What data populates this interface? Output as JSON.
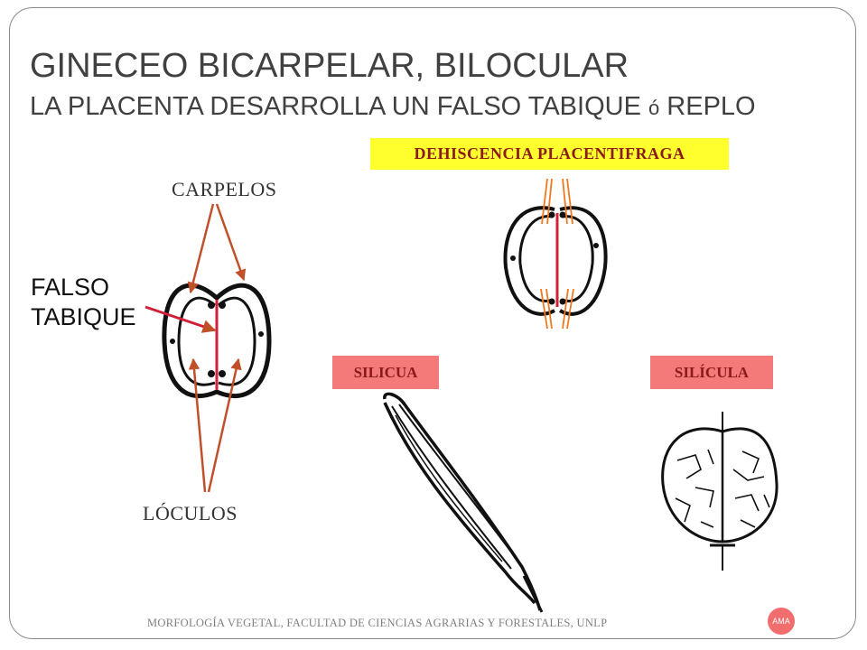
{
  "slide": {
    "title": "GINECEO BICARPELAR, BILOCULAR",
    "subtitle_part1": "LA PLACENTA DESARROLLA UN FALSO TABIQUE ",
    "subtitle_small": "ó",
    "subtitle_part2": " REPLO"
  },
  "labels": {
    "carpelos": "CARPELOS",
    "falso_line1": "FALSO",
    "falso_line2": "TABIQUE",
    "loculos": "LÓCULOS"
  },
  "badges": {
    "dehiscencia": "DEHISCENCIA PLACENTIFRAGA",
    "silicua": "SILICUA",
    "silicula": "SILÍCULA"
  },
  "footer": {
    "text": "MORFOLOGÍA VEGETAL, FACULTAD DE CIENCIAS AGRARIAS Y FORESTALES, UNLP",
    "logo": "AMA"
  },
  "colors": {
    "arrow": "#c0502a",
    "septum": "#d0203a",
    "valve_lines": "#f07820",
    "badge_yellow": "#ffff2e",
    "badge_pink": "#f47a7a",
    "badge_text": "#8b1a1a"
  },
  "illustrations": [
    "ovary-cross-section",
    "dehiscence-cross-section",
    "silicua-fruit",
    "silicula-fruit"
  ]
}
